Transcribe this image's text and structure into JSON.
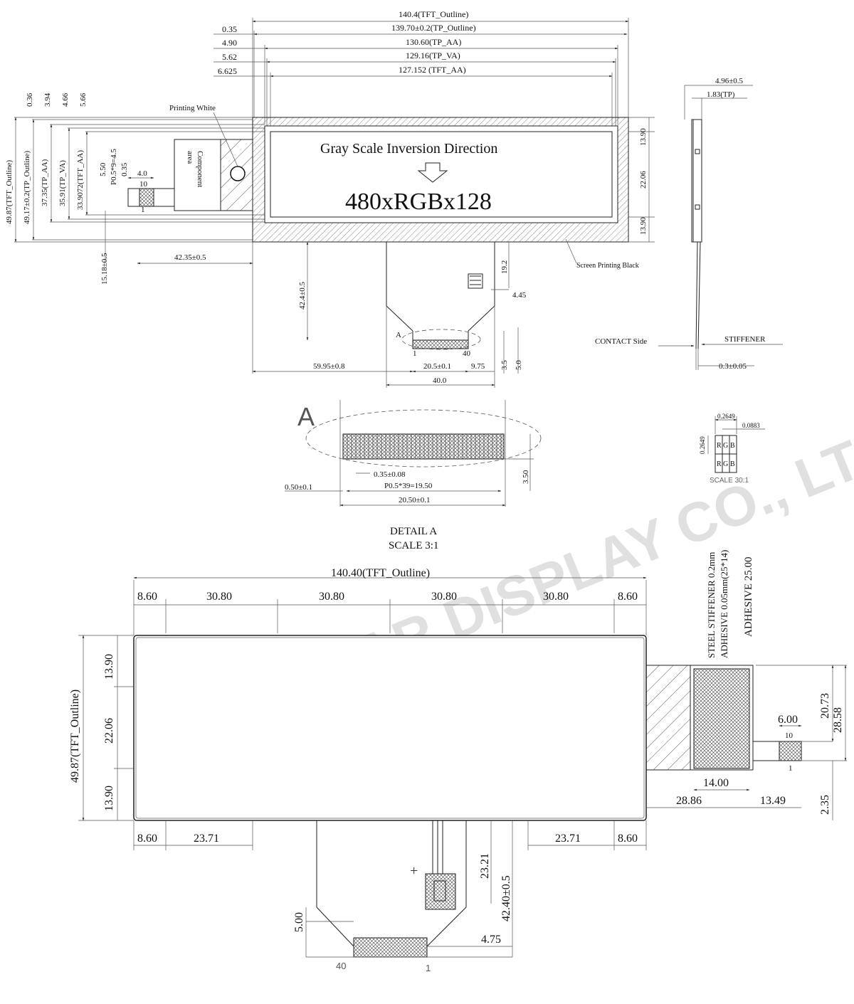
{
  "watermark": "WINSTAR DISPLAY CO., LTD.",
  "top_view": {
    "top_dims": [
      {
        "label": "140.4(TFT_Outline)"
      },
      {
        "label": "139.70±0.2(TP_Outline)"
      },
      {
        "label": "130.60(TP_AA)"
      },
      {
        "label": "129.16(TP_VA)"
      },
      {
        "label": "127.152 (TFT_AA)"
      }
    ],
    "left_offsets": [
      "0.35",
      "4.90",
      "5.62",
      "6.625"
    ],
    "vertical_offsets": [
      "0.36",
      "3.94",
      "4.66",
      "5.66"
    ],
    "left_heights": [
      "49.87(TFT_Outline)",
      "49.17±0.2(TP_Outline)",
      "37.35(TP_AA)",
      "35.91(TP_VA)",
      "33.9072(TFT_AA)"
    ],
    "fpc_dims": [
      "5.50",
      "P0.5*9=4.5",
      "0.35",
      "4.0",
      "10",
      "1"
    ],
    "printing_white": "Printing White",
    "component_area": [
      "Component",
      "area"
    ],
    "center_title": "Gray Scale Inversion Direction",
    "resolution": "480xRGBx128",
    "right_dims": [
      "13.90",
      "22.06",
      "13.90"
    ],
    "screen_printing": "Screen Printing Black",
    "bottom_dims": {
      "d1": "15.18±0.5",
      "d2": "42.35±0.5",
      "d3": "42.4±0.5",
      "d4": "19.2",
      "d5": "4.45",
      "d6": "59.95±0.8",
      "d7": "20.5±0.1",
      "d8": "9.75",
      "d9": "3.5",
      "d10": "5.0",
      "d11": "40.0"
    },
    "callout_a": "A",
    "pin1": "1",
    "pin40": "40"
  },
  "side_view": {
    "d1": "4.96±0.5",
    "d2": "1.83(TP)",
    "contact": "CONTACT Side",
    "stiffener": "STIFFENER",
    "thickness": "0.3±0.05"
  },
  "detail_a": {
    "letter": "A",
    "d1": "0.35±0.08",
    "d2": "0.50±0.1",
    "d3": "P0.5*39=19.50",
    "d4": "20.50±0.1",
    "d5": "3.50",
    "title": "DETAIL A",
    "scale": "SCALE 3:1"
  },
  "pixel_detail": {
    "d1": "0.2649",
    "d2": "0.0883",
    "d3": "0.2649",
    "rgb": [
      "R",
      "G",
      "B"
    ],
    "scale": "SCALE 30:1"
  },
  "back_view": {
    "outline": "140.40(TFT_Outline)",
    "top_segments": [
      "8.60",
      "30.80",
      "30.80",
      "30.80",
      "30.80",
      "8.60"
    ],
    "height": "49.87(TFT_Outline)",
    "left_segments": [
      "13.90",
      "22.06",
      "13.90"
    ],
    "bottom_segments": [
      "8.60",
      "23.71",
      "23.71",
      "8.60"
    ],
    "stiffener_label": "STEEL STIFFENER  0.2mm",
    "adhesive_label": "ADHESIVE 0.05mm(25*14)",
    "adhesive_25": "ADHESIVE 25.00",
    "right_dims": [
      "20.73",
      "28.58",
      "6.00",
      "10",
      "1",
      "14.00",
      "28.86",
      "13.49",
      "2.35"
    ],
    "fpc_dims": [
      "23.21",
      "42.40±0.5",
      "5.00",
      "4.75"
    ],
    "pins": [
      "40",
      "1"
    ]
  }
}
